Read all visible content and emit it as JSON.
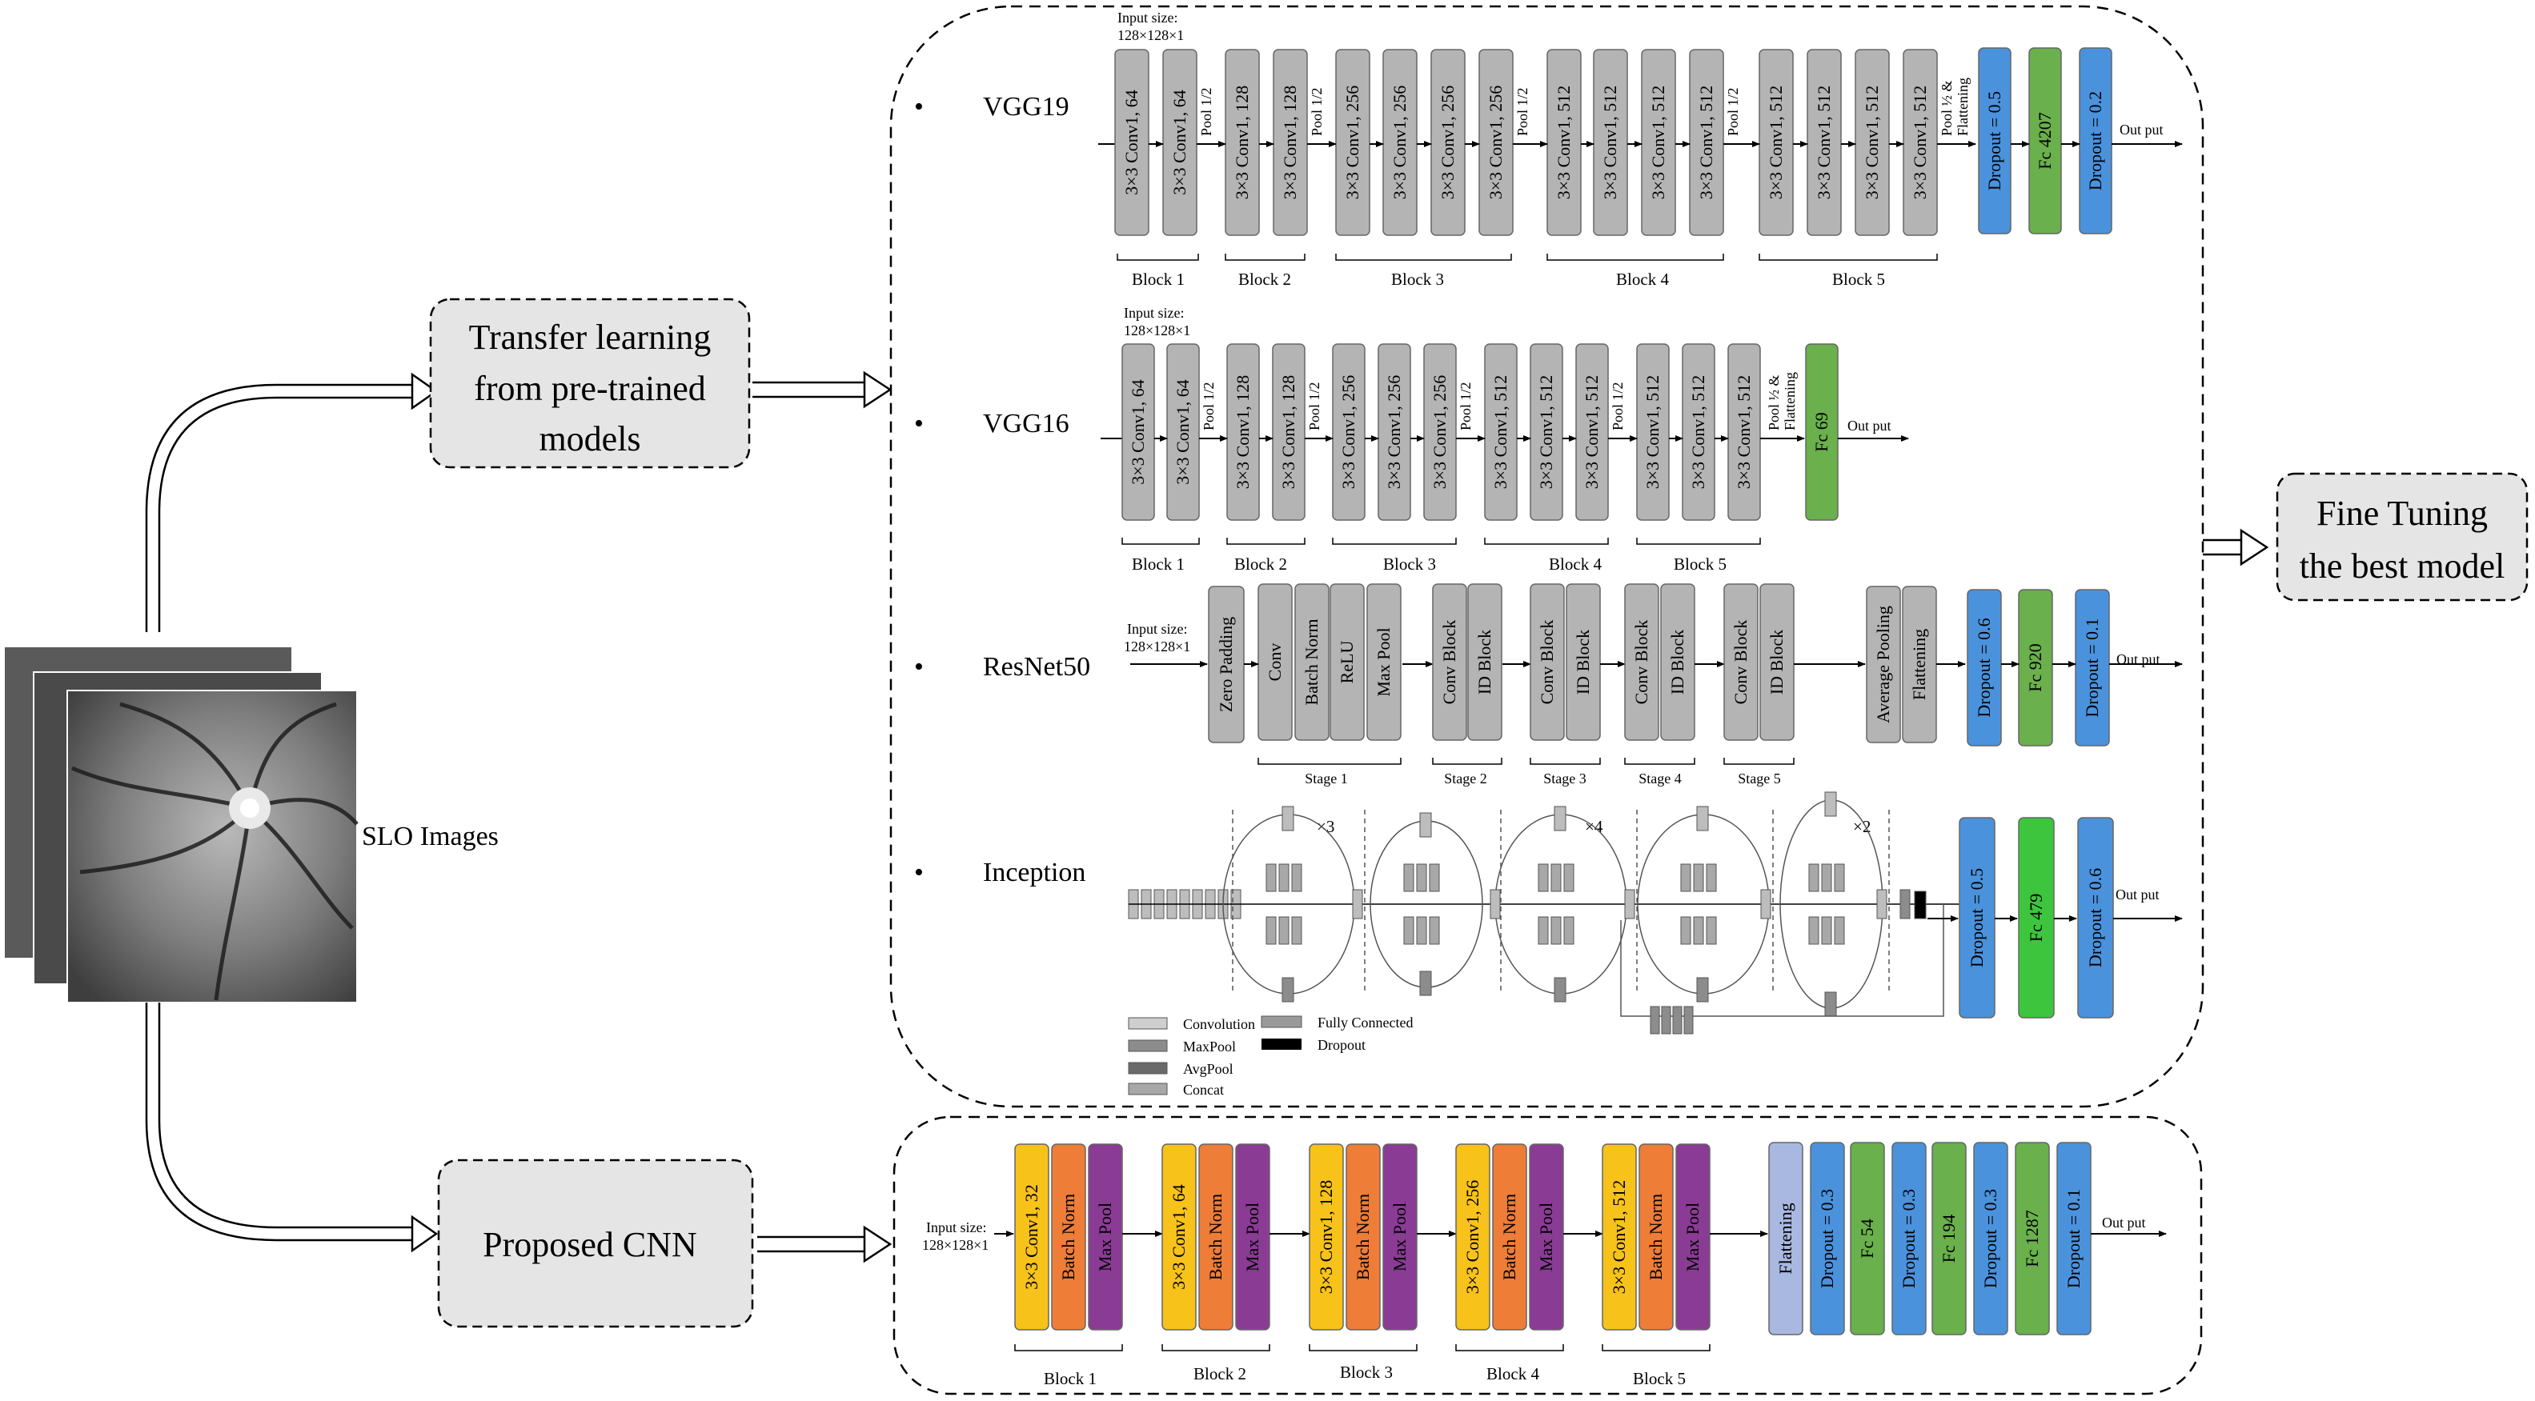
{
  "source_label": "SLO Images",
  "transfer_learning": {
    "line1": "Transfer learning",
    "line2": "from pre-trained",
    "line3": "models"
  },
  "proposed_cnn": "Proposed CNN",
  "fine_tuning": {
    "line1": "Fine Tuning",
    "line2": "the best model"
  },
  "input_size": {
    "label": "Input size:",
    "dims": "128×128×1"
  },
  "output_label": "Out put",
  "pool_half": "Pool 1/2",
  "pool_flat": "Pool ½ &",
  "flattening": "Flattening",
  "stages": [
    "Stage 1",
    "Stage 2",
    "Stage 3",
    "Stage 4",
    "Stage 5"
  ],
  "blocks": [
    "Block 1",
    "Block 2",
    "Block 3",
    "Block 4",
    "Block 5"
  ],
  "models": [
    {
      "bullet": "•",
      "name": "VGG19"
    },
    {
      "bullet": "•",
      "name": "VGG16"
    },
    {
      "bullet": "•",
      "name": "ResNet50"
    },
    {
      "bullet": "•",
      "name": "Inception"
    }
  ],
  "vgg19": {
    "convs": [
      "3×3 Conv1,  64",
      "3×3 Conv1,  64",
      "3×3 Conv1,  128",
      "3×3 Conv1,  128",
      "3×3 Conv1,  256",
      "3×3 Conv1,  256",
      "3×3 Conv1,  256",
      "3×3 Conv1,  256",
      "3×3 Conv1,  512",
      "3×3 Conv1,  512",
      "3×3 Conv1,  512",
      "3×3 Conv1,  512",
      "3×3 Conv1,  512",
      "3×3 Conv1,  512",
      "3×3 Conv1,  512",
      "3×3 Conv1,  512"
    ],
    "head": [
      "Dropout = 0.5",
      "Fc 4207",
      "Dropout = 0.2"
    ]
  },
  "vgg16": {
    "convs": [
      "3×3 Conv1,  64",
      "3×3 Conv1,  64",
      "3×3 Conv1,  128",
      "3×3 Conv1,  128",
      "3×3 Conv1,  256",
      "3×3 Conv1,  256",
      "3×3 Conv1,  256",
      "3×3 Conv1,  512",
      "3×3 Conv1,  512",
      "3×3 Conv1,  512",
      "3×3 Conv1,  512",
      "3×3 Conv1,  512",
      "3×3 Conv1,  512"
    ],
    "head": [
      "Fc 69"
    ]
  },
  "resnet50": {
    "zero_padding": "Zero Padding",
    "stage1": [
      "Conv",
      "Batch Norm",
      "ReLU",
      "Max Pool"
    ],
    "conv_block": "Conv Block",
    "id_block": "ID Block",
    "tail": [
      "Average Pooling",
      "Flattening"
    ],
    "head": [
      "Dropout = 0.6",
      "Fc 920",
      "Dropout = 0.1"
    ]
  },
  "inception": {
    "repeats": [
      "×3",
      "×4",
      "×2"
    ],
    "legend": [
      "Convolution",
      "MaxPool",
      "AvgPool",
      "Concat",
      "Fully Connected",
      "Dropout"
    ],
    "head": [
      "Dropout = 0.5",
      "Fc 479",
      "Dropout = 0.6"
    ]
  },
  "proposed": {
    "convs": [
      "3×3 Conv1,  32",
      "3×3 Conv1,  64",
      "3×3 Conv1,  128",
      "3×3 Conv1,  256",
      "3×3 Conv1,  512"
    ],
    "batch_norm": "Batch Norm",
    "max_pool": "Max Pool",
    "head": [
      "Flattening",
      "Dropout = 0.3",
      "Fc 54",
      "Dropout = 0.3",
      "Fc 194",
      "Dropout = 0.3",
      "Fc 1287",
      "Dropout = 0.1"
    ]
  },
  "colors": {
    "gray_block": "#b4b4b4",
    "blue_dropout": "#4b92dc",
    "green_fc": "#6ab04c",
    "bright_green_fc": "#3dc63d",
    "yellow_conv": "#f7c21a",
    "orange_bn": "#ee7d38",
    "purple_pool": "#8a3c94",
    "lavender_flat": "#a9b8e0",
    "label_box": "#e5e5e5"
  }
}
